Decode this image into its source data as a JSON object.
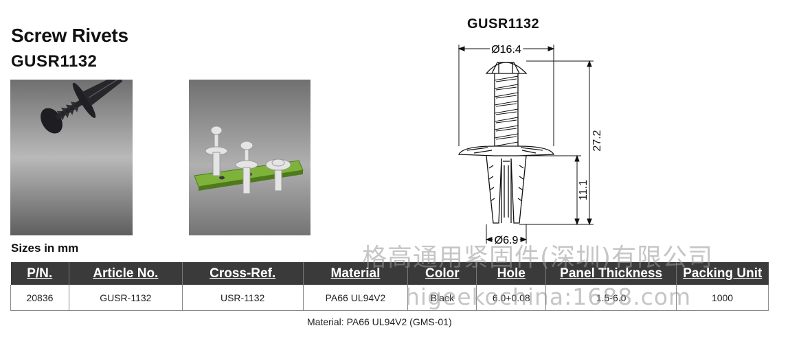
{
  "header": {
    "title": "Screw Rivets",
    "part_code": "GUSR1132"
  },
  "sizes_label": "Sizes in mm",
  "drawing": {
    "title": "GUSR1132",
    "dim_head_diameter": "Ø16.4",
    "dim_total_length": "27.2",
    "dim_leg_length": "11.1",
    "dim_bottom_diameter": "Ø6.9"
  },
  "table": {
    "headers": [
      "P/N.",
      "Article No.",
      "Cross-Ref.",
      "Material",
      "Color",
      "Hole",
      "Panel Thickness",
      "Packing Unit"
    ],
    "rows": [
      [
        "20836",
        "GUSR-1132",
        "USR-1132",
        "PA66 UL94V2",
        "Black",
        "6.0+0.08",
        "1.5-6.0",
        "1000"
      ]
    ]
  },
  "material_note": "Material:  PA66 UL94V2 (GMS-01)",
  "watermark": {
    "line1": "格高通用紧固件(深圳)有限公司",
    "line2": "higeekochina:1688.com"
  },
  "colors": {
    "table_header_bg": "#3a3a3a",
    "photo_bg": "#8a8a8a",
    "panel_green": "#7fb23a"
  }
}
